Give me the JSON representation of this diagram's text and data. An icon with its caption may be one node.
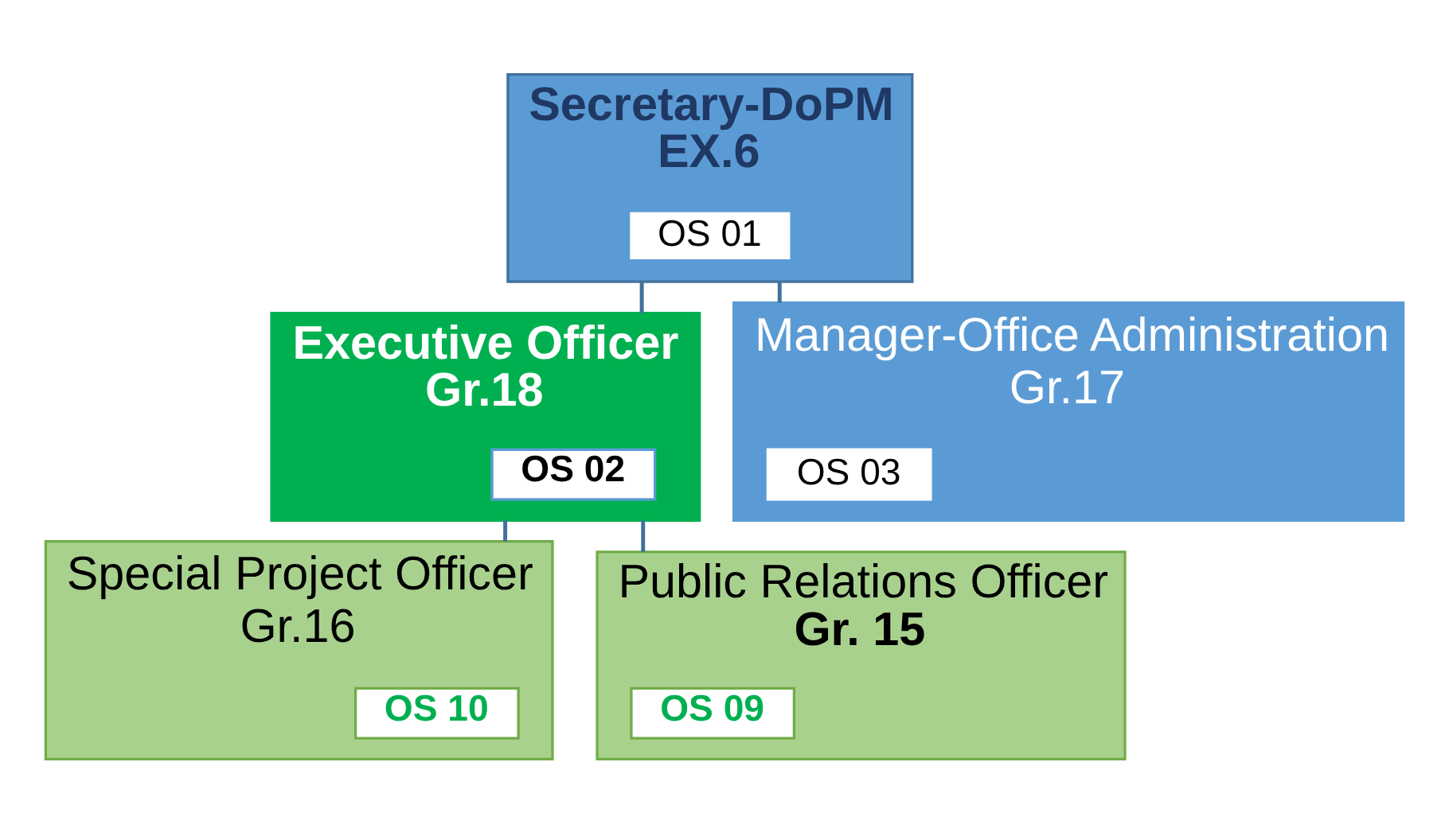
{
  "diagram": {
    "nodes": [
      {
        "text": [
          "Secretary-DoPM",
          "EX.6"
        ]
      },
      {
        "text": [
          "OS 01"
        ],
        "in": 0
      },
      {
        "text": [
          "Executive Officer",
          "Gr.18"
        ]
      },
      {
        "text": [
          "OS 02"
        ],
        "in": 2
      },
      {
        "text": [
          "Manager-Office Administration",
          "Gr.17"
        ]
      },
      {
        "text": [
          "OS 03"
        ],
        "in": 4
      },
      {
        "text": [
          "Special Project Officer",
          "Gr.16"
        ]
      },
      {
        "text": [
          "OS 10"
        ],
        "in": 6
      },
      {
        "text": [
          "Public Relations Officer",
          "Gr. 15"
        ]
      },
      {
        "text": [
          "OS 09"
        ],
        "in": 8
      }
    ],
    "edges": [
      {
        "from": 0,
        "to": 2,
        "arrow": "none"
      },
      {
        "from": 0,
        "to": 4,
        "arrow": "none"
      },
      {
        "from": 2,
        "to": 6,
        "arrow": "none"
      },
      {
        "from": 2,
        "to": 8,
        "arrow": "none"
      }
    ]
  }
}
